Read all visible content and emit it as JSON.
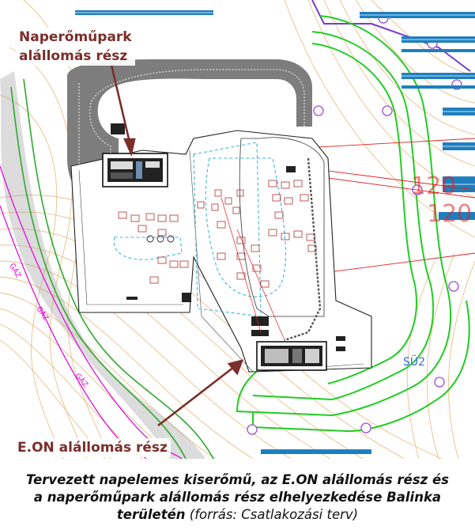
{
  "labels": {
    "solar_station": [
      "Naperőműpark",
      "alállomás rész"
    ],
    "eon_station": "E.ON alállomás rész",
    "gas_tag": "GÁZ",
    "line_numbers": [
      "120",
      "120"
    ],
    "sub_tag": "SÜ2"
  },
  "caption": {
    "main_line1": "Tervezett napelemes kiserőmű, az E.ON alállomás rész és",
    "main_line2": "a naperőműpark alállomás rész elhelyezkedése Balinka",
    "main_line3": "területén",
    "source": " (forrás: Csatlakozási terv)"
  },
  "colors": {
    "callout_text": "#7a2e2a",
    "arrow": "#7a2e2a",
    "green_boundary": "#22cc22",
    "purple_fence": "#7a3bd1",
    "blue_panels": "#1e7fbf",
    "magenta_gas": "#e100d9",
    "contour": "#e8c089",
    "red_lines": "#e02020"
  }
}
